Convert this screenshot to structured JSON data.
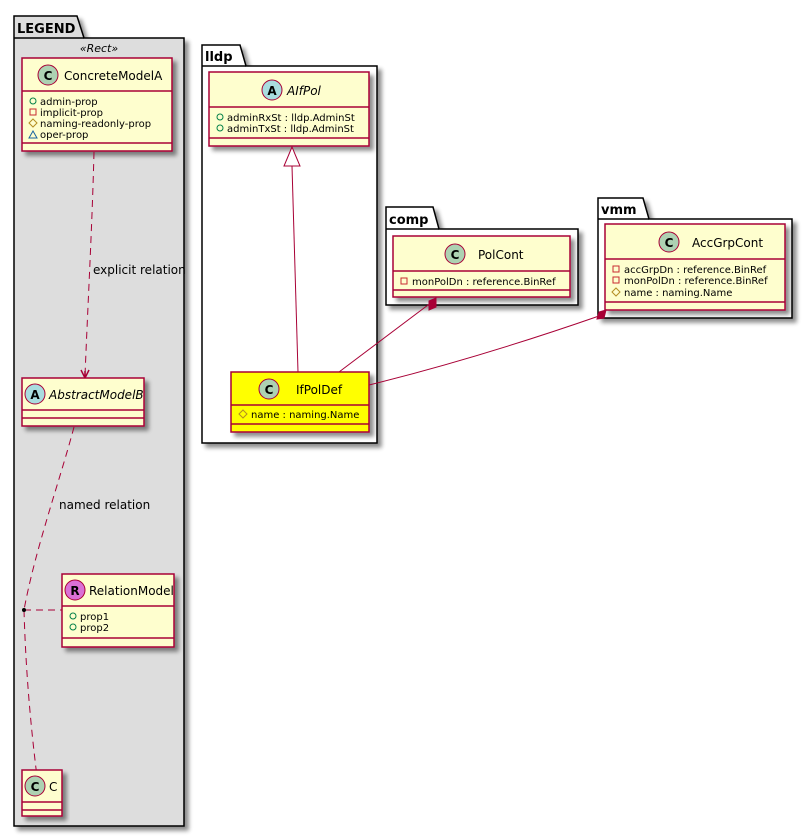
{
  "colors": {
    "class_fill": "#FEFECE",
    "class_border": "#A80036",
    "highlight_fill": "#FFFF00",
    "legend_fill": "#DDDDDD",
    "relation_line": "#A80036",
    "badge_class": "#ADD1B2",
    "badge_abstract": "#A9DCDF",
    "badge_relation": "#DA70D6",
    "vis_public": "#038048",
    "vis_private": "#C82930",
    "vis_protected": "#B38D22",
    "vis_package": "#1963A0"
  },
  "legend": {
    "package_name": "LEGEND",
    "stereotype": "«Rect»",
    "concrete_model": {
      "badge": "C",
      "name": "ConcreteModelA",
      "attributes": [
        {
          "visibility": "public",
          "text": "admin-prop"
        },
        {
          "visibility": "private",
          "text": "implicit-prop"
        },
        {
          "visibility": "protected",
          "text": "naming-readonly-prop"
        },
        {
          "visibility": "package",
          "text": "oper-prop"
        }
      ]
    },
    "explicit_relation_label": "explicit relation",
    "abstract_model": {
      "badge": "A",
      "name": "AbstractModelB"
    },
    "named_relation_label": "named relation",
    "relation_model": {
      "badge": "R",
      "name": "RelationModel",
      "attributes": [
        {
          "visibility": "public",
          "text": "prop1"
        },
        {
          "visibility": "public",
          "text": "prop2"
        }
      ]
    },
    "target_class": {
      "badge": "C",
      "name": "C"
    }
  },
  "packages": {
    "lldp": {
      "name": "lldp",
      "classes": {
        "AIfPol": {
          "badge": "A",
          "name": "AIfPol",
          "attributes": [
            {
              "visibility": "public",
              "text": "adminRxSt : lldp.AdminSt"
            },
            {
              "visibility": "public",
              "text": "adminTxSt : lldp.AdminSt"
            }
          ]
        },
        "IfPolDef": {
          "badge": "C",
          "name": "IfPolDef",
          "highlighted": true,
          "attributes": [
            {
              "visibility": "protected",
              "text": "name : naming.Name"
            }
          ]
        }
      }
    },
    "comp": {
      "name": "comp",
      "classes": {
        "PolCont": {
          "badge": "C",
          "name": "PolCont",
          "attributes": [
            {
              "visibility": "private",
              "text": "monPolDn : reference.BinRef"
            }
          ]
        }
      }
    },
    "vmm": {
      "name": "vmm",
      "classes": {
        "AccGrpCont": {
          "badge": "C",
          "name": "AccGrpCont",
          "attributes": [
            {
              "visibility": "private",
              "text": "accGrpDn : reference.BinRef"
            },
            {
              "visibility": "private",
              "text": "monPolDn : reference.BinRef"
            },
            {
              "visibility": "protected",
              "text": "name : naming.Name"
            }
          ]
        }
      }
    }
  },
  "relations": [
    {
      "from": "IfPolDef",
      "to": "AIfPol",
      "type": "inheritance"
    },
    {
      "from": "PolCont",
      "to": "IfPolDef",
      "type": "composition"
    },
    {
      "from": "AccGrpCont",
      "to": "IfPolDef",
      "type": "composition"
    }
  ]
}
